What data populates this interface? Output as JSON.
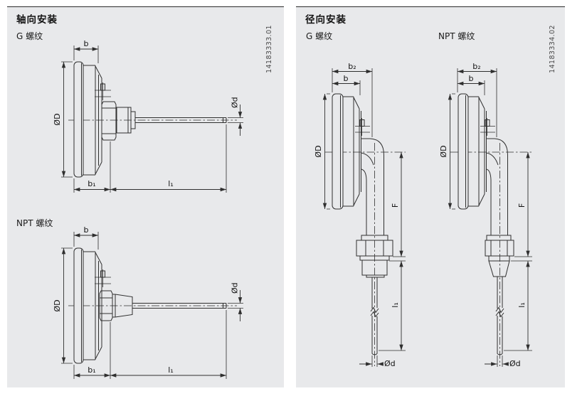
{
  "page": {
    "background": "#ffffff",
    "panel_background": "#e8e9eb",
    "line_color": "#2f2f2f",
    "rule_color": "#2b2b2b"
  },
  "panels": {
    "axial": {
      "title": "轴向安装",
      "doc_number": "14183333.01",
      "variant_g_label": "G 螺纹",
      "variant_npt_label": "NPT 螺纹"
    },
    "radial": {
      "title": "径向安装",
      "doc_number": "14183334.02",
      "variant_g_label": "G 螺纹",
      "variant_npt_label": "NPT 螺纹"
    }
  },
  "dims": {
    "b": "b",
    "b1": "b₁",
    "b2": "b₂",
    "l1": "l₁",
    "phi_D": "ØD",
    "phi_d": "Ød",
    "F": "F"
  }
}
